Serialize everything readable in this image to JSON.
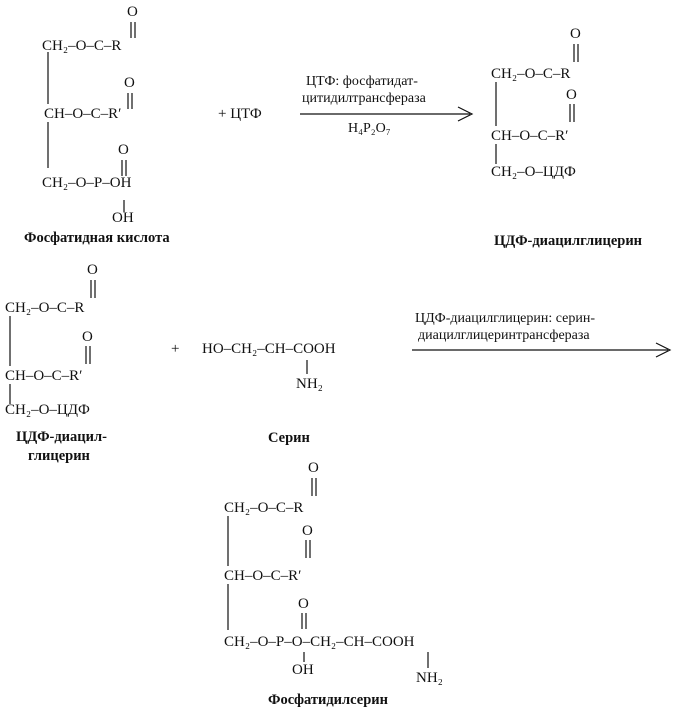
{
  "phosphatidic_acid": {
    "name": "Фосфатидная кислота",
    "row1": "CH₂–O–C–R",
    "row2": "CH–O–C–R′",
    "row3": "CH₂–O–P–OH",
    "oxygen": "O",
    "oh": "OH"
  },
  "reaction1": {
    "plus_ctp": "+ ЦТФ",
    "enzyme_line1": "ЦТФ: фосфатидат-",
    "enzyme_line2": "цитидилтрансфераза",
    "byproduct": "H₄P₂O₇"
  },
  "cdp_dag_top": {
    "name": "ЦДФ-диацилглицерин",
    "row1": "CH₂–O–C–R",
    "row2": "CH–O–C–R′",
    "row3": "CH₂–O–ЦДФ",
    "oxygen": "O"
  },
  "cdp_dag_left": {
    "name_line1": "ЦДФ-диацил-",
    "name_line2": "глицерин",
    "row1": "CH₂–O–C–R",
    "row2": "CH–O–C–R′",
    "row3": "CH₂–O–ЦДФ",
    "oxygen": "O"
  },
  "serine": {
    "plus": "+",
    "formula": "HO–CH₂–CH–COOH",
    "amine": "NH₂",
    "name": "Серин"
  },
  "reaction2": {
    "enzyme_line1": "ЦДФ-диацилглицерин: серин-",
    "enzyme_line2": "диацилглицеринтрансфераза"
  },
  "phosphatidylserine": {
    "name": "Фосфатидилсерин",
    "row1": "CH₂–O–C–R",
    "row2": "CH–O–C–R′",
    "row3": "CH₂–O–P–O–CH₂–CH–COOH",
    "oxygen": "O",
    "oh": "OH",
    "amine": "NH₂"
  }
}
